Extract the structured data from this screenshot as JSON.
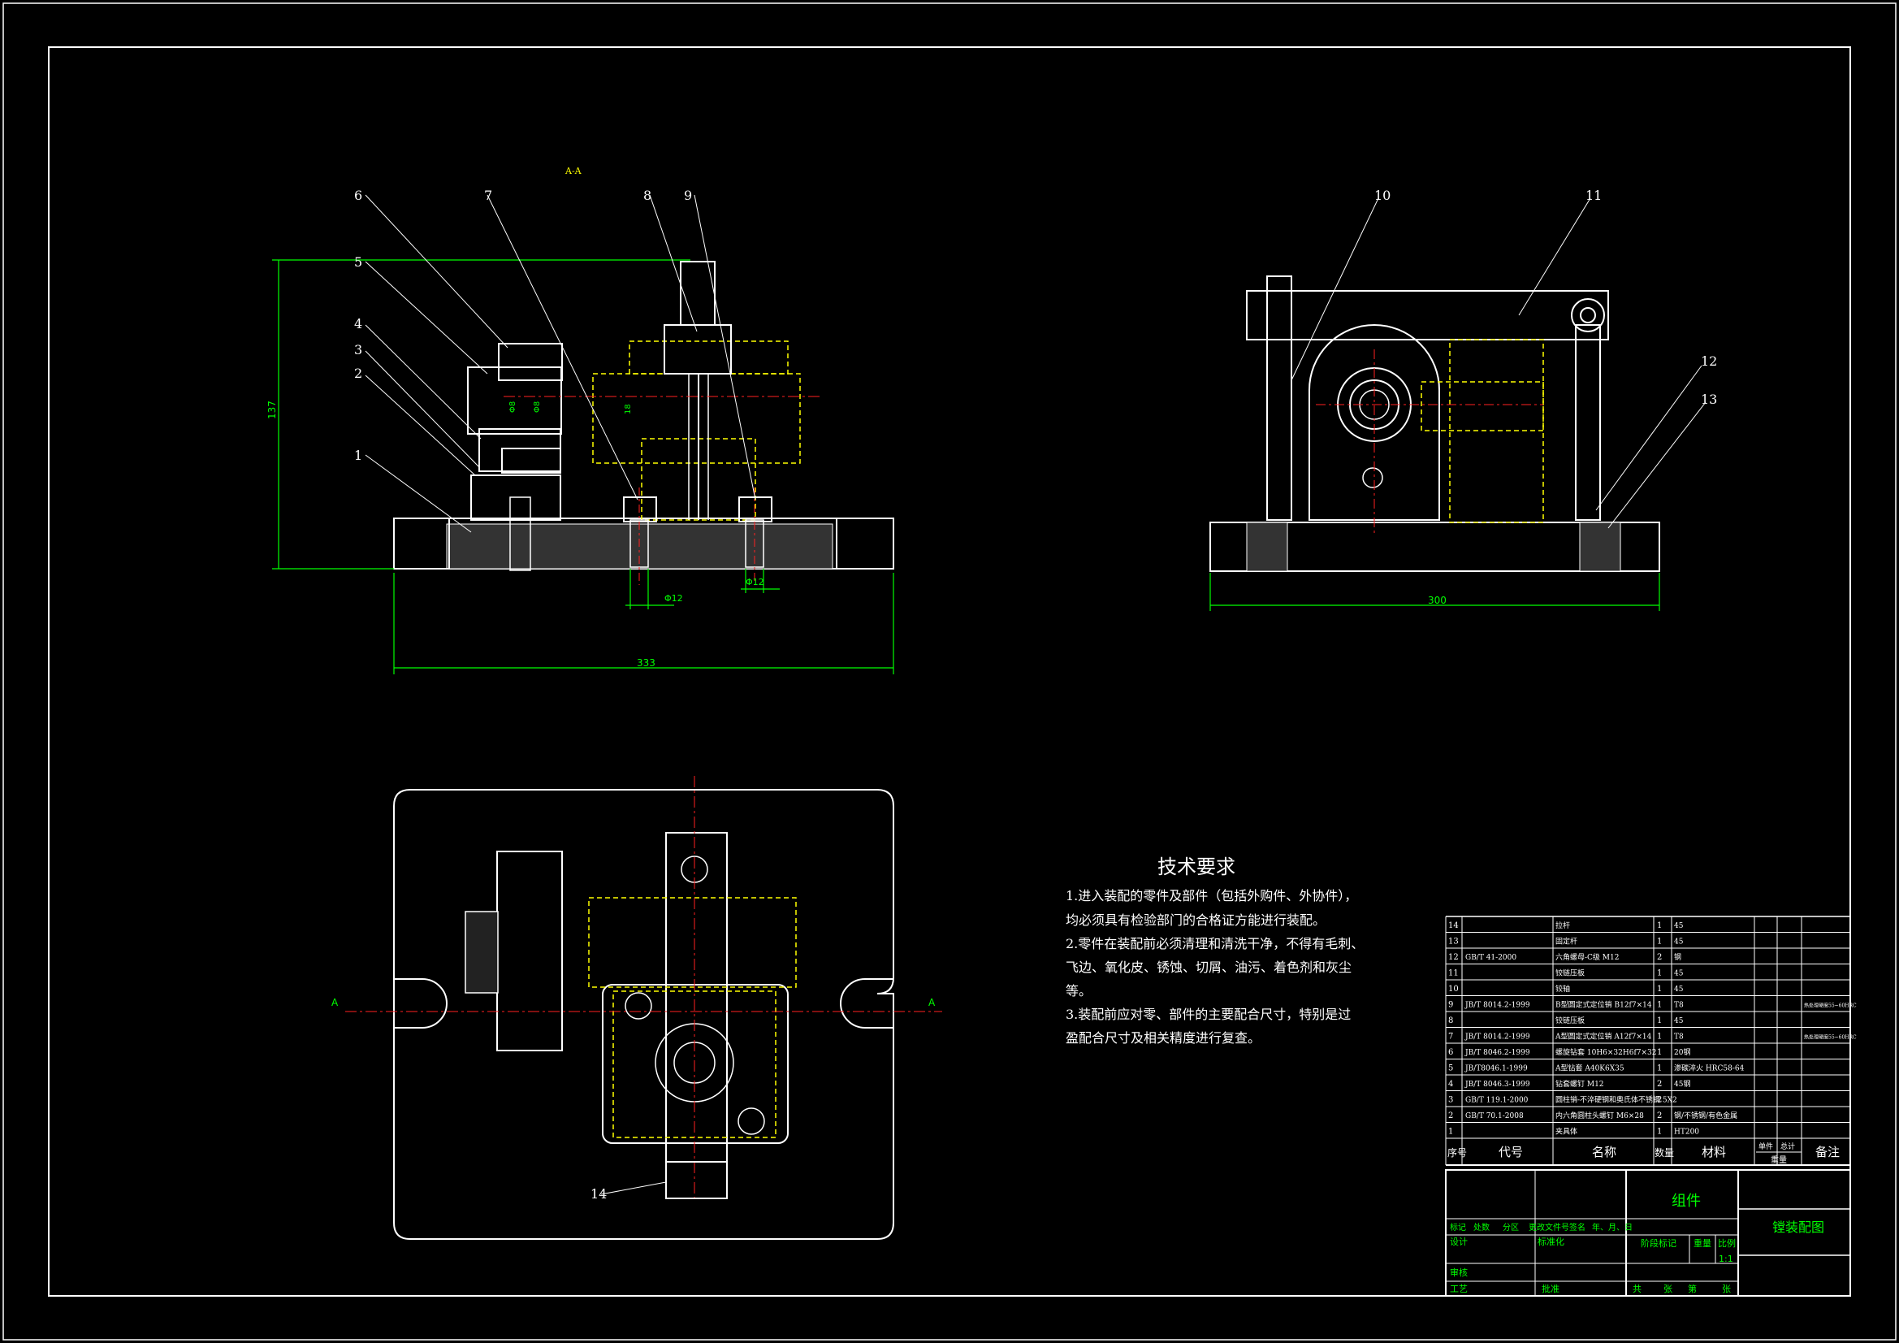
{
  "colors": {
    "background": "#000000",
    "outline": "#ffffff",
    "dimension": "#00ff00",
    "center": "#ff2020",
    "hidden": "#ffff00"
  },
  "front_view": {
    "section_marker": "A-A",
    "balloons": [
      "1",
      "2",
      "3",
      "4",
      "5",
      "6",
      "7",
      "8",
      "9"
    ],
    "dim_width": "333",
    "dim_height": "137",
    "dim_hole_a": "Φ12",
    "dim_hole_b": "Φ12",
    "dim_small_a": "18",
    "dim_small_b": "Φ8",
    "dim_small_c": "Φ8"
  },
  "side_view": {
    "balloons": [
      "10",
      "11",
      "12",
      "13"
    ],
    "dim_width": "300"
  },
  "top_view": {
    "balloons": [
      "14"
    ],
    "section_left": "A",
    "section_right": "A"
  },
  "tech": {
    "title": "技术要求",
    "lines": [
      "1.进入装配的零件及部件（包括外购件、外协件），",
      "均必须具有检验部门的合格证方能进行装配。",
      "2.零件在装配前必须清理和清洗干净，不得有毛刺、",
      "飞边、氧化皮、锈蚀、切屑、油污、着色剂和灰尘",
      "等。",
      "3.装配前应对零、部件的主要配合尺寸，特别是过",
      "盈配合尺寸及相关精度进行复查。"
    ]
  },
  "bom": {
    "rows": [
      {
        "no": "14",
        "code": "",
        "name": "拉杆",
        "qty": "1",
        "mat": "45",
        "note": ""
      },
      {
        "no": "13",
        "code": "",
        "name": "固定杆",
        "qty": "1",
        "mat": "45",
        "note": ""
      },
      {
        "no": "12",
        "code": "GB/T 41-2000",
        "name": "六角螺母-C级 M12",
        "qty": "2",
        "mat": "钢",
        "note": ""
      },
      {
        "no": "11",
        "code": "",
        "name": "铰链压板",
        "qty": "1",
        "mat": "45",
        "note": ""
      },
      {
        "no": "10",
        "code": "",
        "name": "铰轴",
        "qty": "1",
        "mat": "45",
        "note": ""
      },
      {
        "no": "9",
        "code": "JB/T 8014.2-1999",
        "name": "B型圆定式定位销 B12f7×14",
        "qty": "1",
        "mat": "T8",
        "note": "热处理硬度55~60HRC"
      },
      {
        "no": "8",
        "code": "",
        "name": "铰链压板",
        "qty": "1",
        "mat": "45",
        "note": ""
      },
      {
        "no": "7",
        "code": "JB/T 8014.2-1999",
        "name": "A型圆定式定位销 A12f7×14",
        "qty": "1",
        "mat": "T8",
        "note": "热处理硬度55~60HRC"
      },
      {
        "no": "6",
        "code": "JB/T 8046.2-1999",
        "name": "螺旋钻套 10H6×32H6f7×32",
        "qty": "1",
        "mat": "20钢",
        "note": ""
      },
      {
        "no": "5",
        "code": "JB/T8046.1-1999",
        "name": "A型钻套 A40K6X35",
        "qty": "1",
        "mat": "渗碳淬火 HRC58-64",
        "note": ""
      },
      {
        "no": "4",
        "code": "JB/T 8046.3-1999",
        "name": "钻套螺钉 M12",
        "qty": "2",
        "mat": "45钢",
        "note": ""
      },
      {
        "no": "3",
        "code": "GB/T 119.1-2000",
        "name": "圆柱销-不淬硬钢和奥氏体不锈钢 5X2",
        "qty": "2",
        "mat": "",
        "note": ""
      },
      {
        "no": "2",
        "code": "GB/T 70.1-2008",
        "name": "内六角圆柱头螺钉 M6×28",
        "qty": "2",
        "mat": "钢/不锈钢/有色金属",
        "note": ""
      },
      {
        "no": "1",
        "code": "",
        "name": "夹具体",
        "qty": "1",
        "mat": "HT200",
        "note": ""
      }
    ],
    "header": {
      "no": "序号",
      "code": "代号",
      "name": "名称",
      "qty": "数量",
      "mat": "材料",
      "single": "单件",
      "total": "总计",
      "weight": "重量",
      "note": "备注"
    }
  },
  "title_block": {
    "assembly": "组件",
    "drawing_name": "镗装配图",
    "mark": "标记",
    "count": "处数",
    "zone": "分区",
    "doc": "更改文件号",
    "sign": "签名",
    "date": "年、月、日",
    "design": "设计",
    "standard": "标准化",
    "stage": "阶段标记",
    "weight": "重量",
    "scale_label": "比例",
    "scale": "1:1",
    "review": "审核",
    "process": "工艺",
    "approve": "批准",
    "sheets_total": "共",
    "sheets_unit": "张",
    "sheet_no": "第",
    "sheet_unit": "张"
  }
}
